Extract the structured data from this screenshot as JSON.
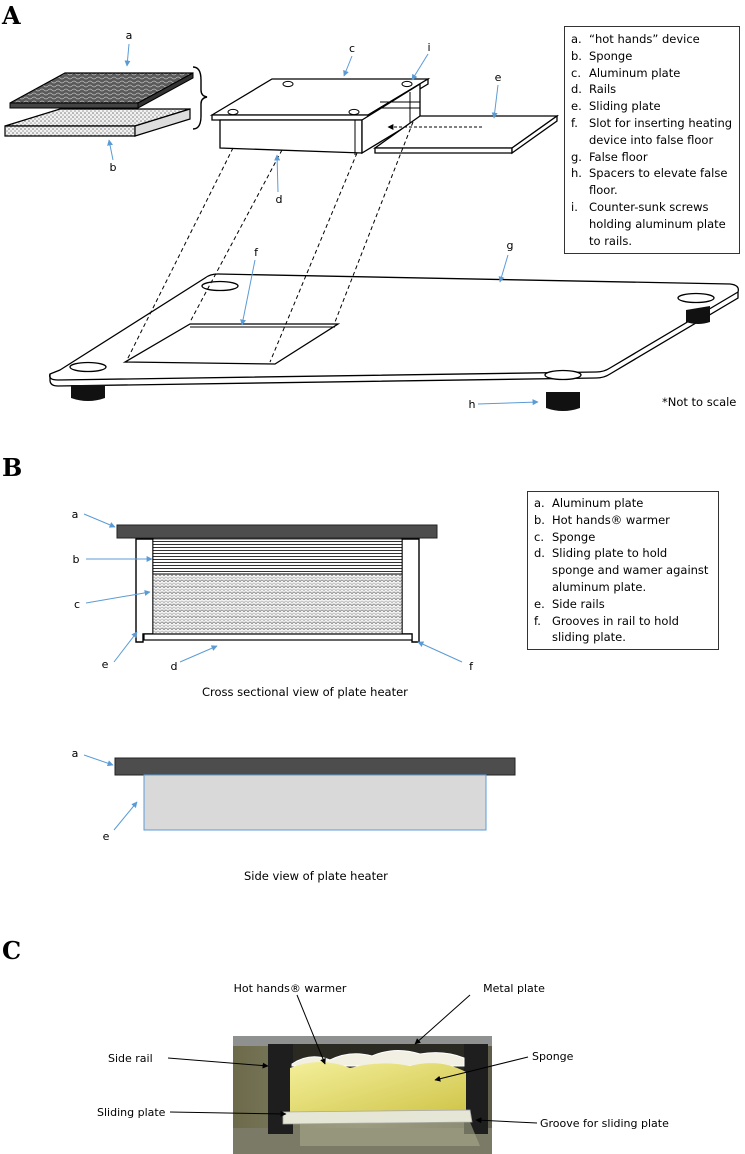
{
  "panels": {
    "a": "A",
    "b": "B",
    "c": "C"
  },
  "panel_a": {
    "legend": [
      {
        "key": "a.",
        "text": "“hot hands” device"
      },
      {
        "key": "b.",
        "text": "Sponge"
      },
      {
        "key": "c.",
        "text": "Aluminum plate"
      },
      {
        "key": "d.",
        "text": "Rails"
      },
      {
        "key": "e.",
        "text": "Sliding plate"
      },
      {
        "key": "f.",
        "text": "Slot for inserting heating device into false floor"
      },
      {
        "key": "g.",
        "text": "False floor"
      },
      {
        "key": "h.",
        "text": "Spacers to elevate false floor."
      },
      {
        "key": "i.",
        "text": "Counter-sunk screws holding aluminum plate to rails."
      }
    ],
    "labels": {
      "a": "a",
      "b": "b",
      "c": "c",
      "d": "d",
      "e": "e",
      "f": "f",
      "g": "g",
      "h": "h",
      "i": "i"
    },
    "note": "*Not to scale"
  },
  "panel_b": {
    "legend": [
      {
        "key": "a.",
        "text": "Aluminum plate"
      },
      {
        "key": "b.",
        "text": "Hot hands® warmer"
      },
      {
        "key": "c.",
        "text": "Sponge"
      },
      {
        "key": "d.",
        "text": "Sliding plate to hold sponge and wamer against aluminum plate."
      },
      {
        "key": "e.",
        "text": "Side rails"
      },
      {
        "key": "f.",
        "text": "Grooves in rail to hold sliding plate."
      }
    ],
    "labels": {
      "a": "a",
      "b": "b",
      "c": "c",
      "d": "d",
      "e": "e",
      "f": "f"
    },
    "side_labels": {
      "a": "a",
      "e": "e"
    },
    "cross_caption": "Cross sectional view of plate heater",
    "side_caption": "Side view of plate heater"
  },
  "panel_c": {
    "labels": {
      "hot_hands": "Hot hands® warmer",
      "metal_plate": "Metal plate",
      "side_rail": "Side rail",
      "sponge": "Sponge",
      "sliding_plate": "Sliding plate",
      "groove": "Groove for sliding plate"
    }
  },
  "colors": {
    "plate_dark": "#4d4d4d",
    "arrow_blue": "#5b9bd5",
    "rail_fill": "#d9d9d9",
    "sponge_yellow": "#e8e37a",
    "photo_bg": "#5f6147"
  }
}
